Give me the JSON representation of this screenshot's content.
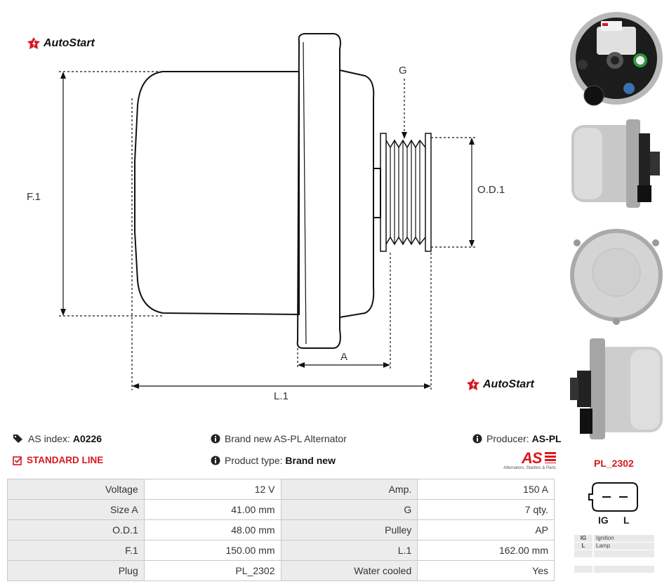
{
  "brand": {
    "logo_text": "AutoStart",
    "accent": "#d7181f"
  },
  "drawing": {
    "labels": {
      "f1": "F.1",
      "g": "G",
      "od1": "O.D.1",
      "a": "A",
      "l1": "L.1"
    }
  },
  "thumbnails": [
    "alternator-rear-view",
    "alternator-side-view",
    "alternator-back-cover-view",
    "alternator-pulley-side-view"
  ],
  "info": {
    "as_index_label": "AS index:",
    "as_index_value": "A0226",
    "line": "STANDARD LINE",
    "description": "Brand new AS-PL Alternator",
    "product_type_label": "Product type:",
    "product_type_value": "Brand new",
    "producer_label": "Producer:",
    "producer_value": "AS-PL",
    "producer_logo_text": "AS",
    "producer_tagline": "Alternators, Starters & Parts"
  },
  "specs": [
    {
      "k1": "Voltage",
      "v1": "12 V",
      "k2": "Amp.",
      "v2": "150 A"
    },
    {
      "k1": "Size A",
      "v1": "41.00 mm",
      "k2": "G",
      "v2": "7 qty."
    },
    {
      "k1": "O.D.1",
      "v1": "48.00 mm",
      "k2": "Pulley",
      "v2": "AP"
    },
    {
      "k1": "F.1",
      "v1": "150.00 mm",
      "k2": "L.1",
      "v2": "162.00 mm"
    },
    {
      "k1": "Plug",
      "v1": "PL_2302",
      "k2": "Water cooled",
      "v2": "Yes"
    }
  ],
  "plug": {
    "code": "PL_2302",
    "pin1": "IG",
    "pin2": "L",
    "legend": [
      {
        "pin": "IG",
        "desc": "Ignition"
      },
      {
        "pin": "L",
        "desc": "Lamp"
      },
      {
        "pin": "",
        "desc": ""
      },
      {
        "pin": "",
        "desc": ""
      }
    ]
  }
}
